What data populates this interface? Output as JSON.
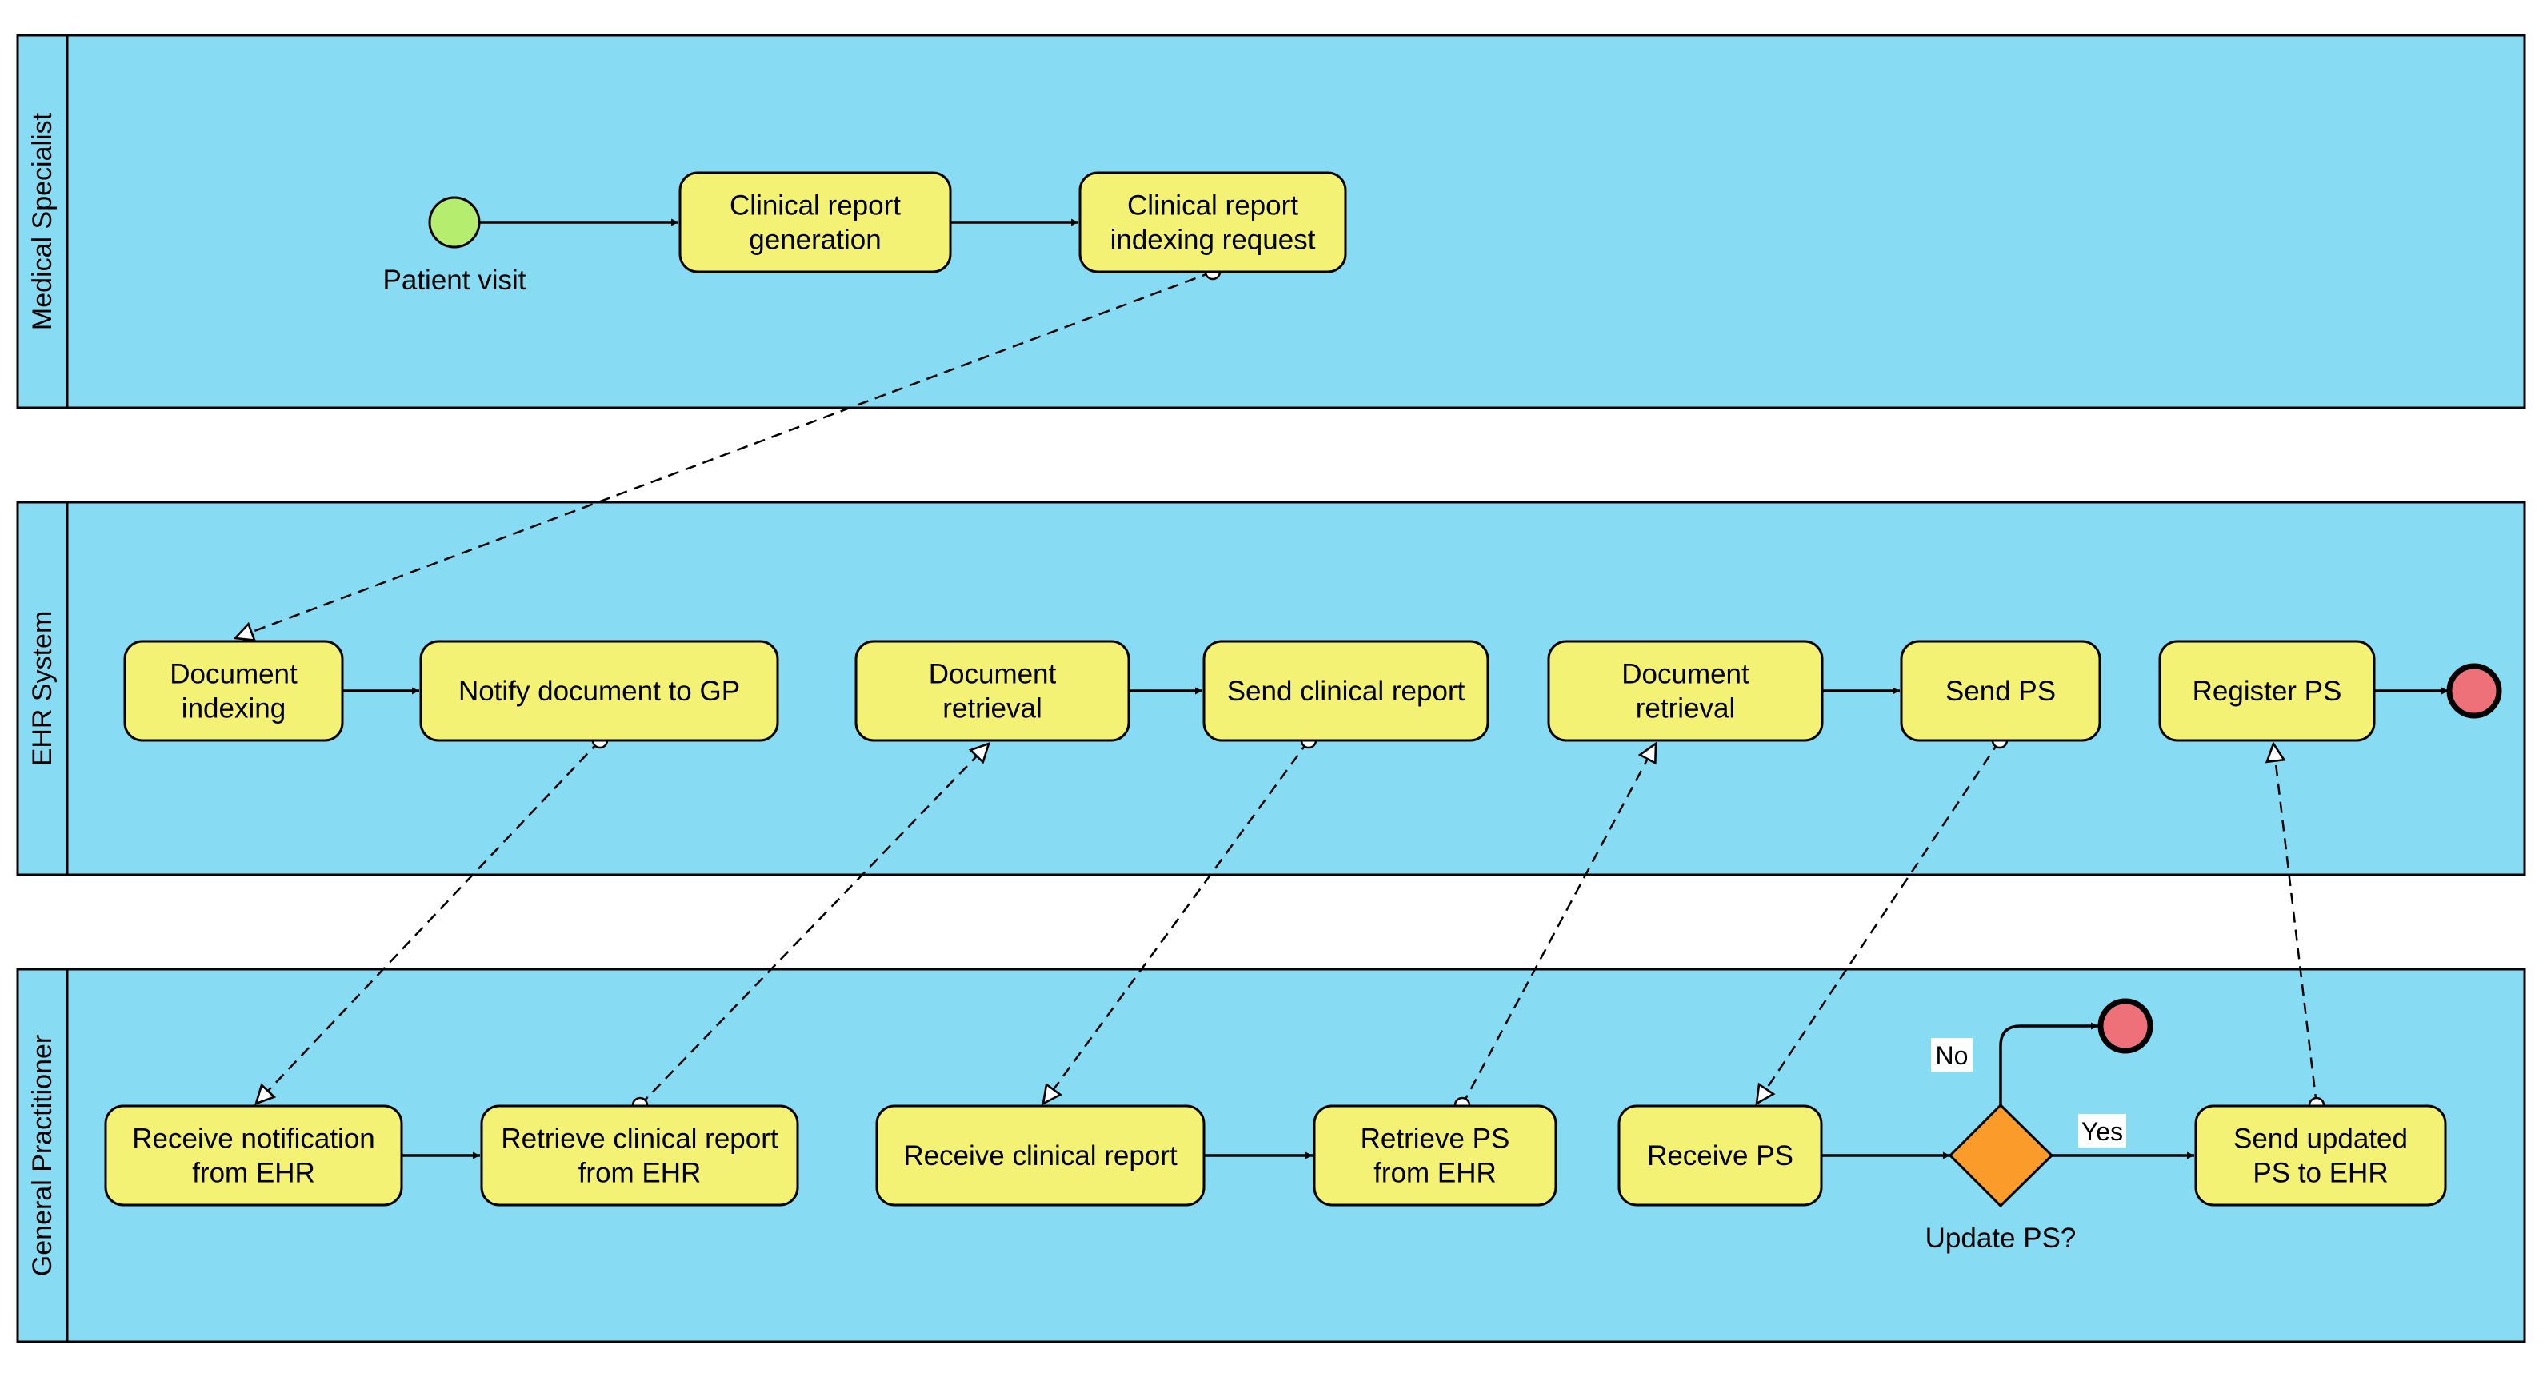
{
  "pools": {
    "medical_specialist": "Medical Specialist",
    "ehr_system": "EHR System",
    "general_practitioner": "General Practitioner"
  },
  "events": {
    "start": "Patient visit"
  },
  "tasks": {
    "clinical_report_generation": [
      "Clinical report",
      "generation"
    ],
    "clinical_report_indexing_request": [
      "Clinical report",
      "indexing request"
    ],
    "document_indexing": [
      "Document",
      "indexing"
    ],
    "notify_document_to_gp": [
      "Notify document to GP"
    ],
    "document_retrieval_1": [
      "Document",
      "retrieval"
    ],
    "send_clinical_report": [
      "Send clinical report"
    ],
    "document_retrieval_2": [
      "Document",
      "retrieval"
    ],
    "send_ps": [
      "Send PS"
    ],
    "register_ps": [
      "Register PS"
    ],
    "receive_notification": [
      "Receive notification",
      "from EHR"
    ],
    "retrieve_clinical_report": [
      "Retrieve clinical report",
      "from EHR"
    ],
    "receive_clinical_report": [
      "Receive clinical report"
    ],
    "retrieve_ps": [
      "Retrieve PS",
      "from EHR"
    ],
    "receive_ps": [
      "Receive PS"
    ],
    "send_updated_ps": [
      "Send updated",
      "PS to EHR"
    ]
  },
  "gateway": {
    "label": "Update PS?",
    "no_label": "No",
    "yes_label": "Yes"
  },
  "colors": {
    "pool": "#87dcf3",
    "task": "#f3f274",
    "start_event": "#b5ed6e",
    "end_event": "#ee7079",
    "gateway": "#fb9b2a"
  }
}
